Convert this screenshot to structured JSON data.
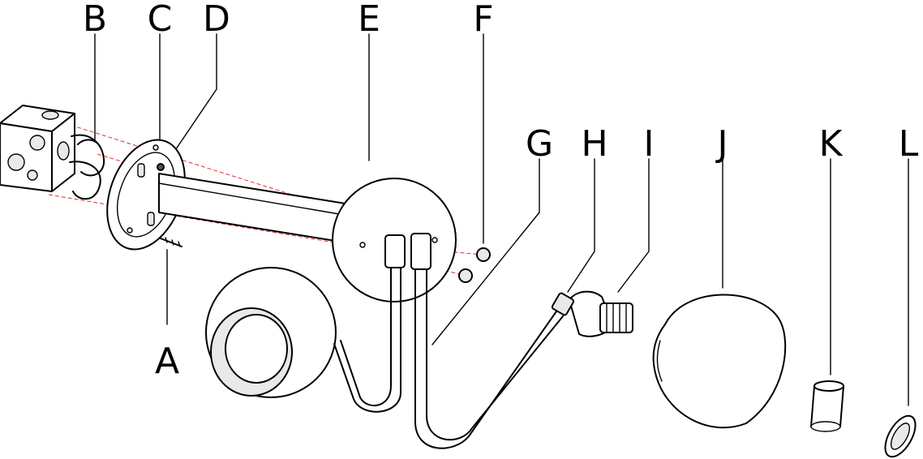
{
  "diagram": {
    "labels": {
      "a": "A",
      "b": "B",
      "c": "C",
      "d": "D",
      "e": "E",
      "f": "F",
      "g": "G",
      "h": "H",
      "i": "I",
      "j": "J",
      "k": "K",
      "l": "L"
    }
  }
}
